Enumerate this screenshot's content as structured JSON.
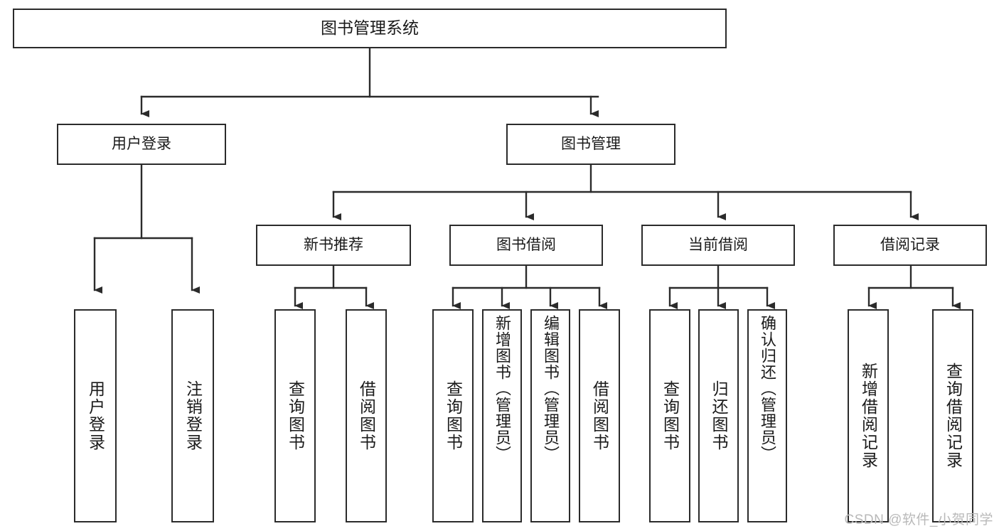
{
  "diagram": {
    "type": "tree",
    "title": "图书管理系统",
    "root": {
      "label": "图书管理系统"
    },
    "level1": [
      {
        "label": "用户登录"
      },
      {
        "label": "图书管理"
      }
    ],
    "level2": [
      {
        "label": "新书推荐"
      },
      {
        "label": "图书借阅"
      },
      {
        "label": "当前借阅"
      },
      {
        "label": "借阅记录"
      }
    ],
    "leaves": {
      "user_login": [
        {
          "label": "用户登录"
        },
        {
          "label": "注销登录"
        }
      ],
      "new_book_recommend": [
        {
          "label": "查询图书"
        },
        {
          "label": "借阅图书"
        }
      ],
      "book_borrow": [
        {
          "label": "查询图书"
        },
        {
          "label": "新增图书（管理员）"
        },
        {
          "label": "编辑图书（管理员）"
        },
        {
          "label": "借阅图书"
        }
      ],
      "current_borrow": [
        {
          "label": "查询图书"
        },
        {
          "label": "归还图书"
        },
        {
          "label": "确认归还（管理员）"
        }
      ],
      "borrow_record": [
        {
          "label": "新增借阅记录"
        },
        {
          "label": "查询借阅记录"
        }
      ]
    }
  },
  "watermark": {
    "text": "CSDN @软件_小贺同学"
  },
  "colors": {
    "stroke": "#2b2b2b",
    "box_fill": "#ffffff",
    "text": "#1a1a1a",
    "watermark": "#b9b9b9",
    "background": "#ffffff"
  }
}
